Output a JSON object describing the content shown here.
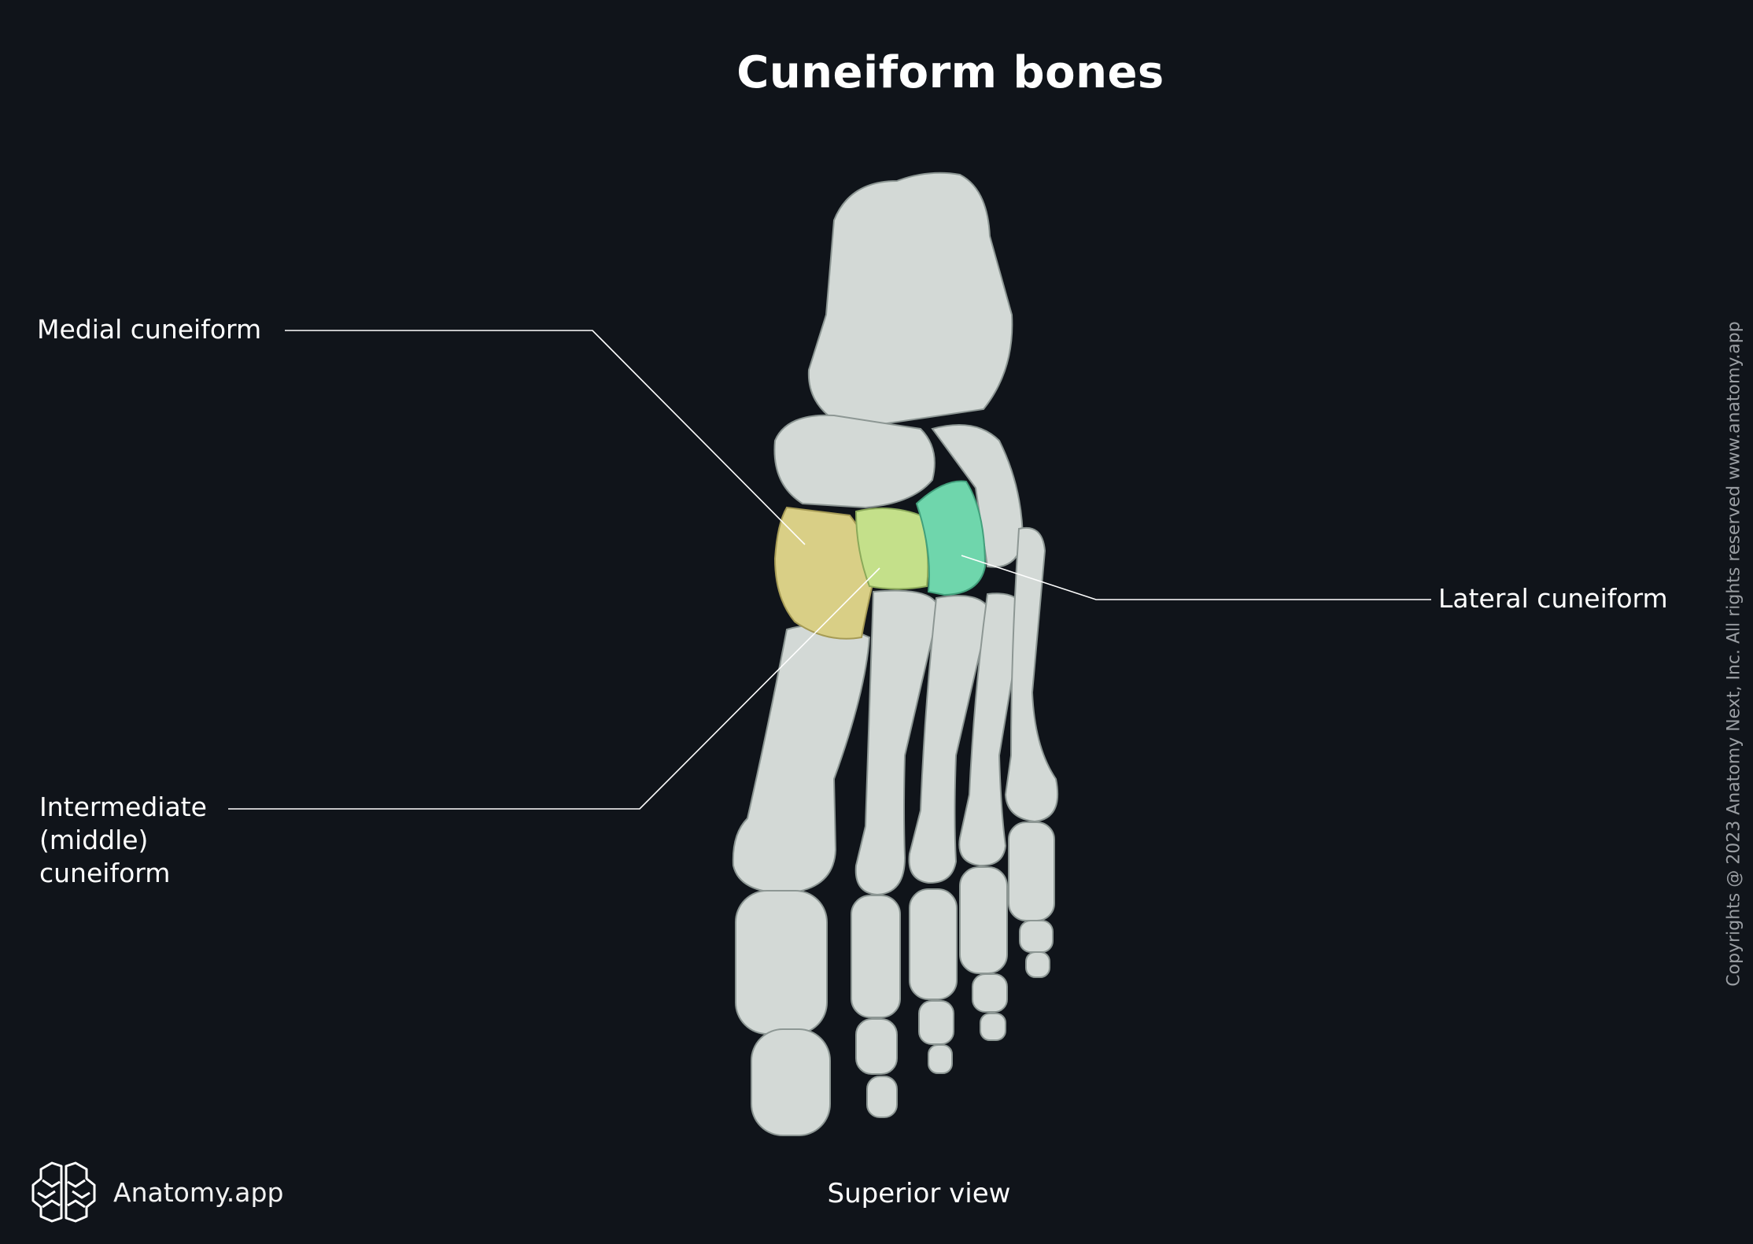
{
  "title": "Cuneiform bones",
  "labels": {
    "medial": "Medial cuneiform",
    "lateral": "Lateral cuneiform",
    "intermediate": [
      "Intermediate",
      "(middle)",
      "cuneiform"
    ]
  },
  "view": "Superior view",
  "brand": "Anatomy.app",
  "copyright": "Copyrights @ 2023 Anatomy Next, Inc. All rights reserved www.anatomy.app",
  "colors": {
    "background": "#10141a",
    "bone": "#d3d9d6",
    "medial_cuneiform": "#d9cf86",
    "intermediate_cuneiform": "#c4e08a",
    "lateral_cuneiform": "#6fd6ac",
    "leader_line": "#ffffff"
  },
  "icons": {
    "logo": "brain-icon"
  }
}
